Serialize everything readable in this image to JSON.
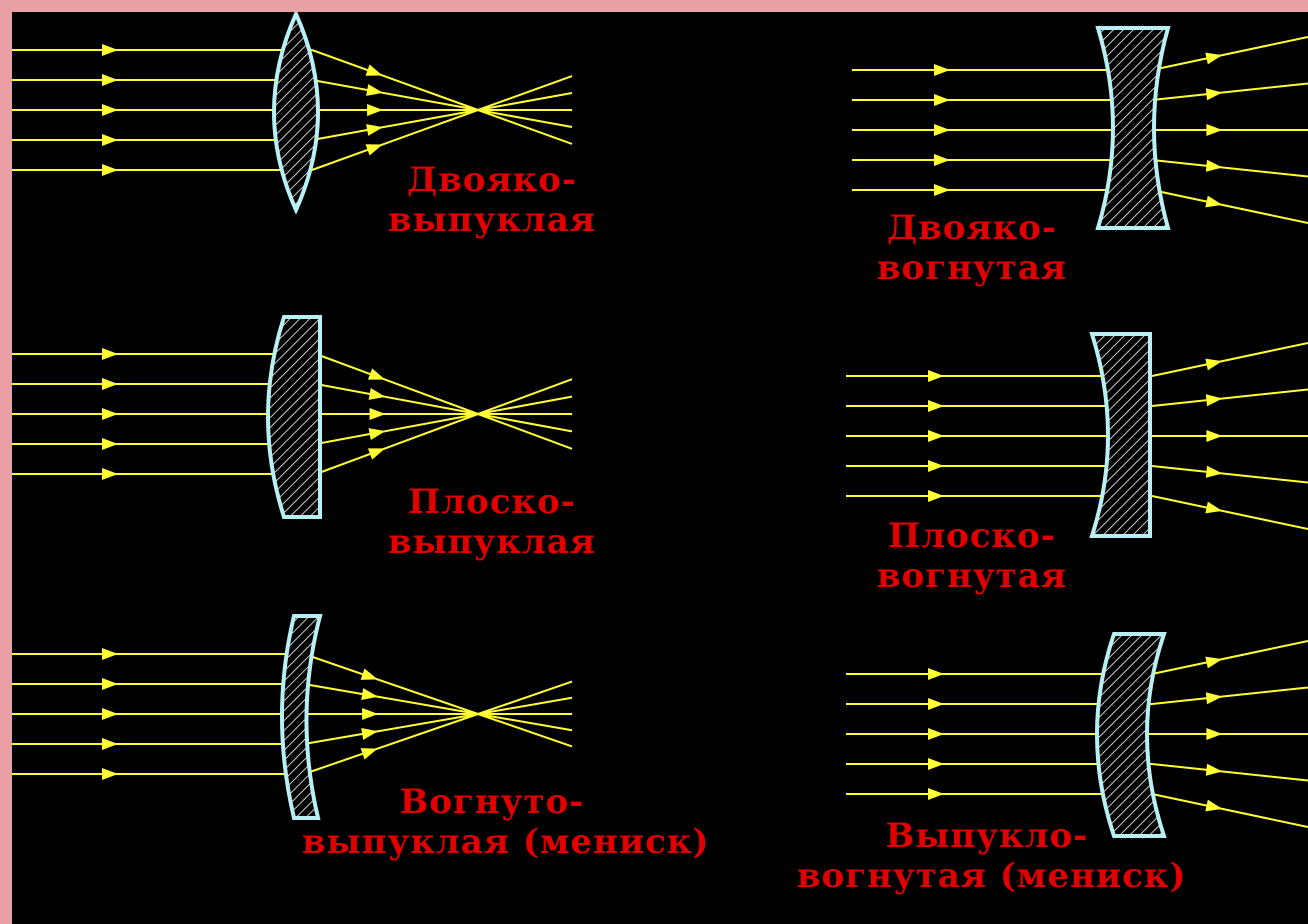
{
  "colors": {
    "background": "#000000",
    "frame": "#e8a0a4",
    "ray": "#ffff33",
    "lens_outline": "#b8f0f4",
    "label": "#e00000"
  },
  "lenses": [
    {
      "id": "biconvex",
      "type": "converging",
      "label_line1": "Двояко-",
      "label_line2": "выпуклая"
    },
    {
      "id": "plano-convex",
      "type": "converging",
      "label_line1": "Плоско-",
      "label_line2": "выпуклая"
    },
    {
      "id": "concave-convex",
      "type": "converging",
      "label_line1": "Вогнуто-",
      "label_line2": "выпуклая (мениск)"
    },
    {
      "id": "biconcave",
      "type": "diverging",
      "label_line1": "Двояко-",
      "label_line2": "вогнутая"
    },
    {
      "id": "plano-concave",
      "type": "diverging",
      "label_line1": "Плоско-",
      "label_line2": "вогнутая"
    },
    {
      "id": "convex-concave",
      "type": "diverging",
      "label_line1": "Выпукло-",
      "label_line2": "вогнутая (мениск)"
    }
  ]
}
